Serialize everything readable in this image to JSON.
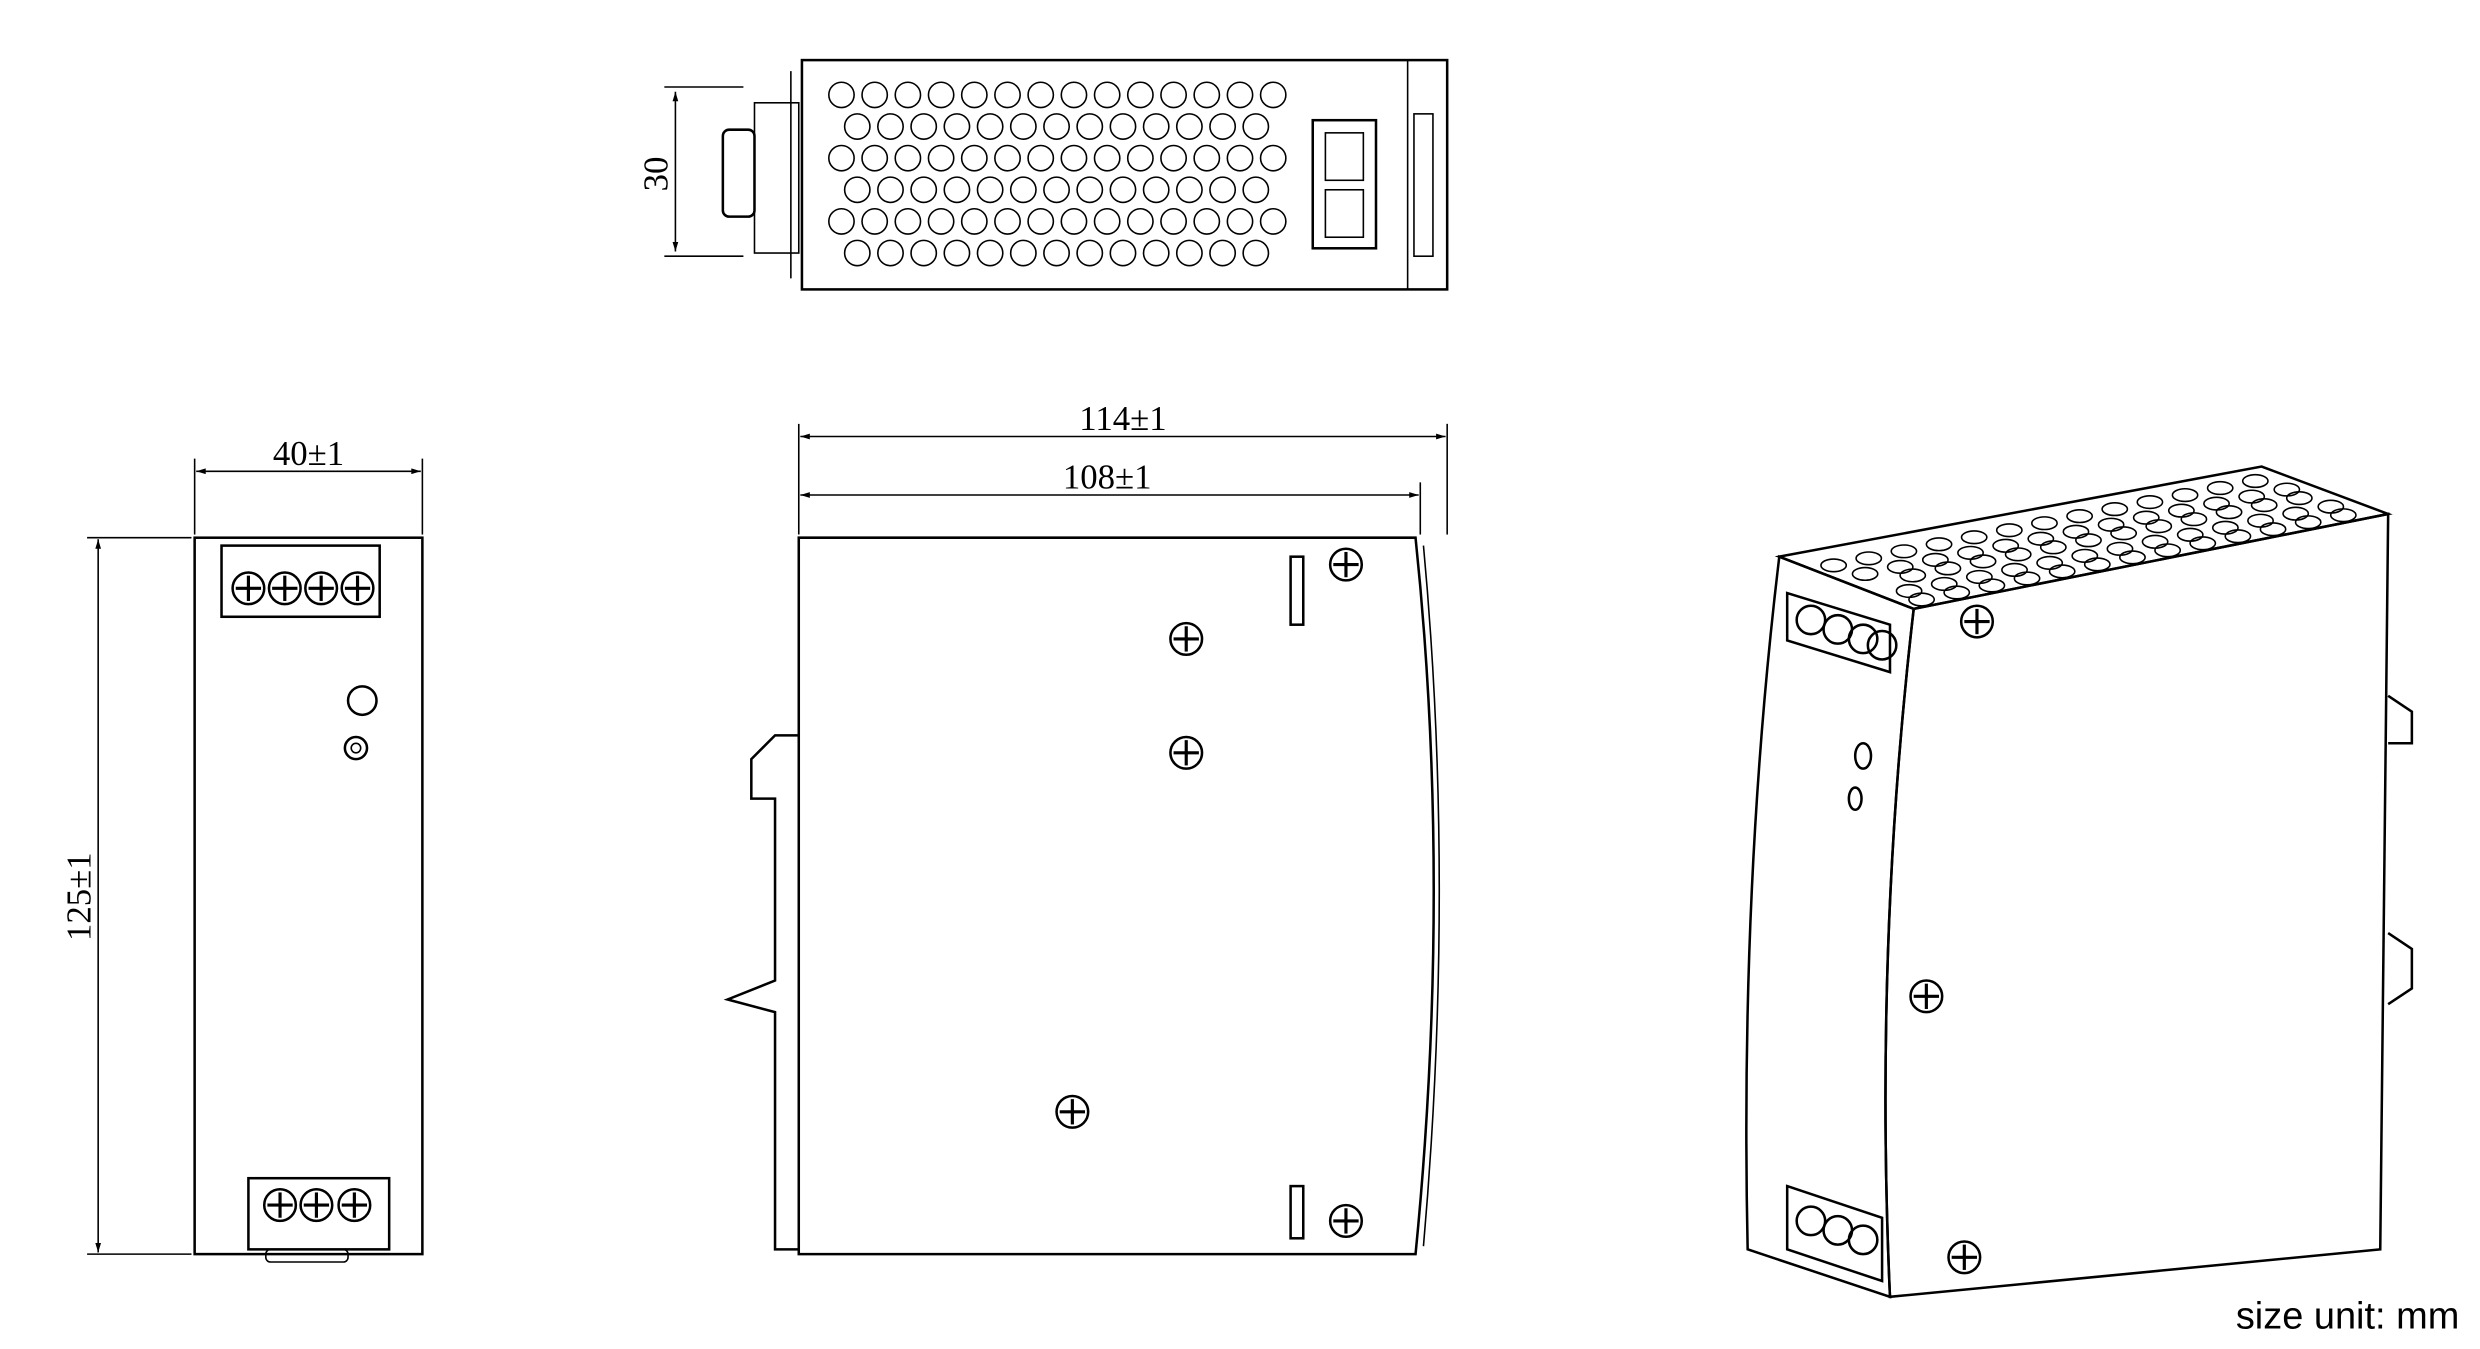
{
  "dimensions": {
    "top_height": "30",
    "front_width": "40±1",
    "front_height": "125±1",
    "side_total_depth": "114±1",
    "side_body_depth": "108±1"
  },
  "footer": {
    "unit_note": "size unit: mm"
  },
  "colors": {
    "line": "#000000",
    "background": "#ffffff"
  }
}
